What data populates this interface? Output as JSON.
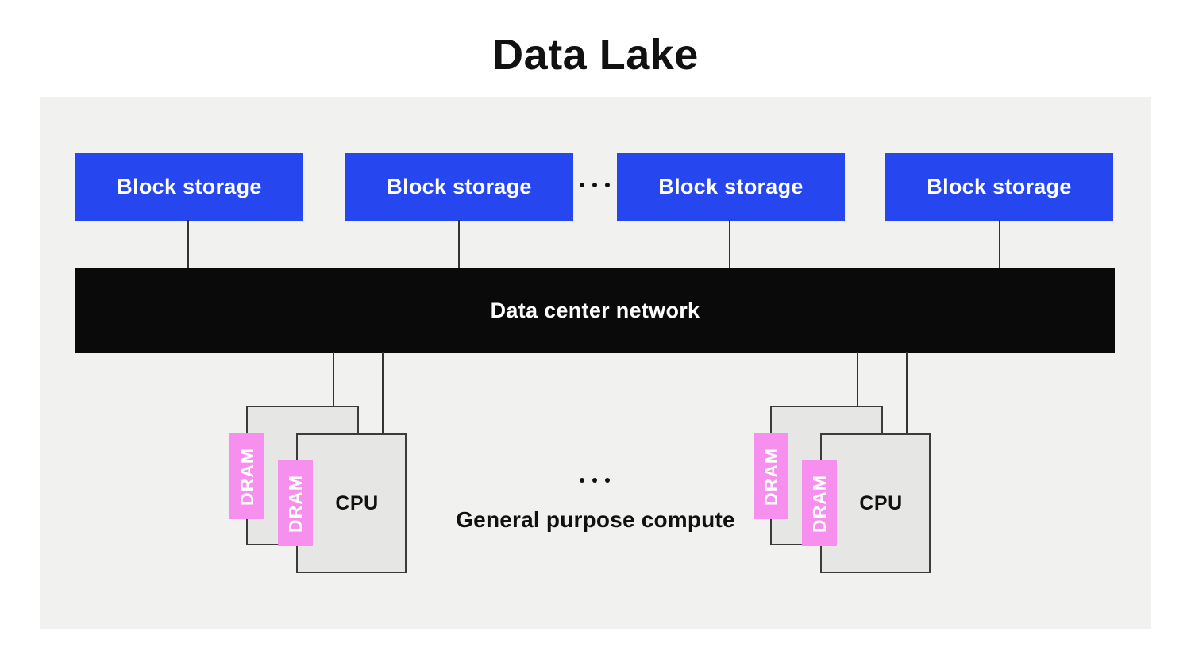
{
  "title": "Data Lake",
  "storage": {
    "boxes": [
      {
        "label": "Block storage"
      },
      {
        "label": "Block storage"
      },
      {
        "label": "Block storage"
      },
      {
        "label": "Block storage"
      }
    ],
    "ellipsis": "..."
  },
  "network": {
    "label": "Data center network"
  },
  "compute": {
    "ellipsis": "...",
    "caption": "General purpose compute",
    "clusters": [
      {
        "cpu": "CPU",
        "dram_back": "DRAM",
        "dram_front": "DRAM"
      },
      {
        "cpu": "CPU",
        "dram_back": "DRAM",
        "dram_front": "DRAM"
      }
    ]
  },
  "colors": {
    "storage_blue": "#2647f0",
    "network_black": "#0a0a0a",
    "dram_pink": "#f78fee",
    "compute_gray": "#e6e6e5",
    "panel_gray": "#f1f1f0",
    "line_dark": "#333333"
  }
}
